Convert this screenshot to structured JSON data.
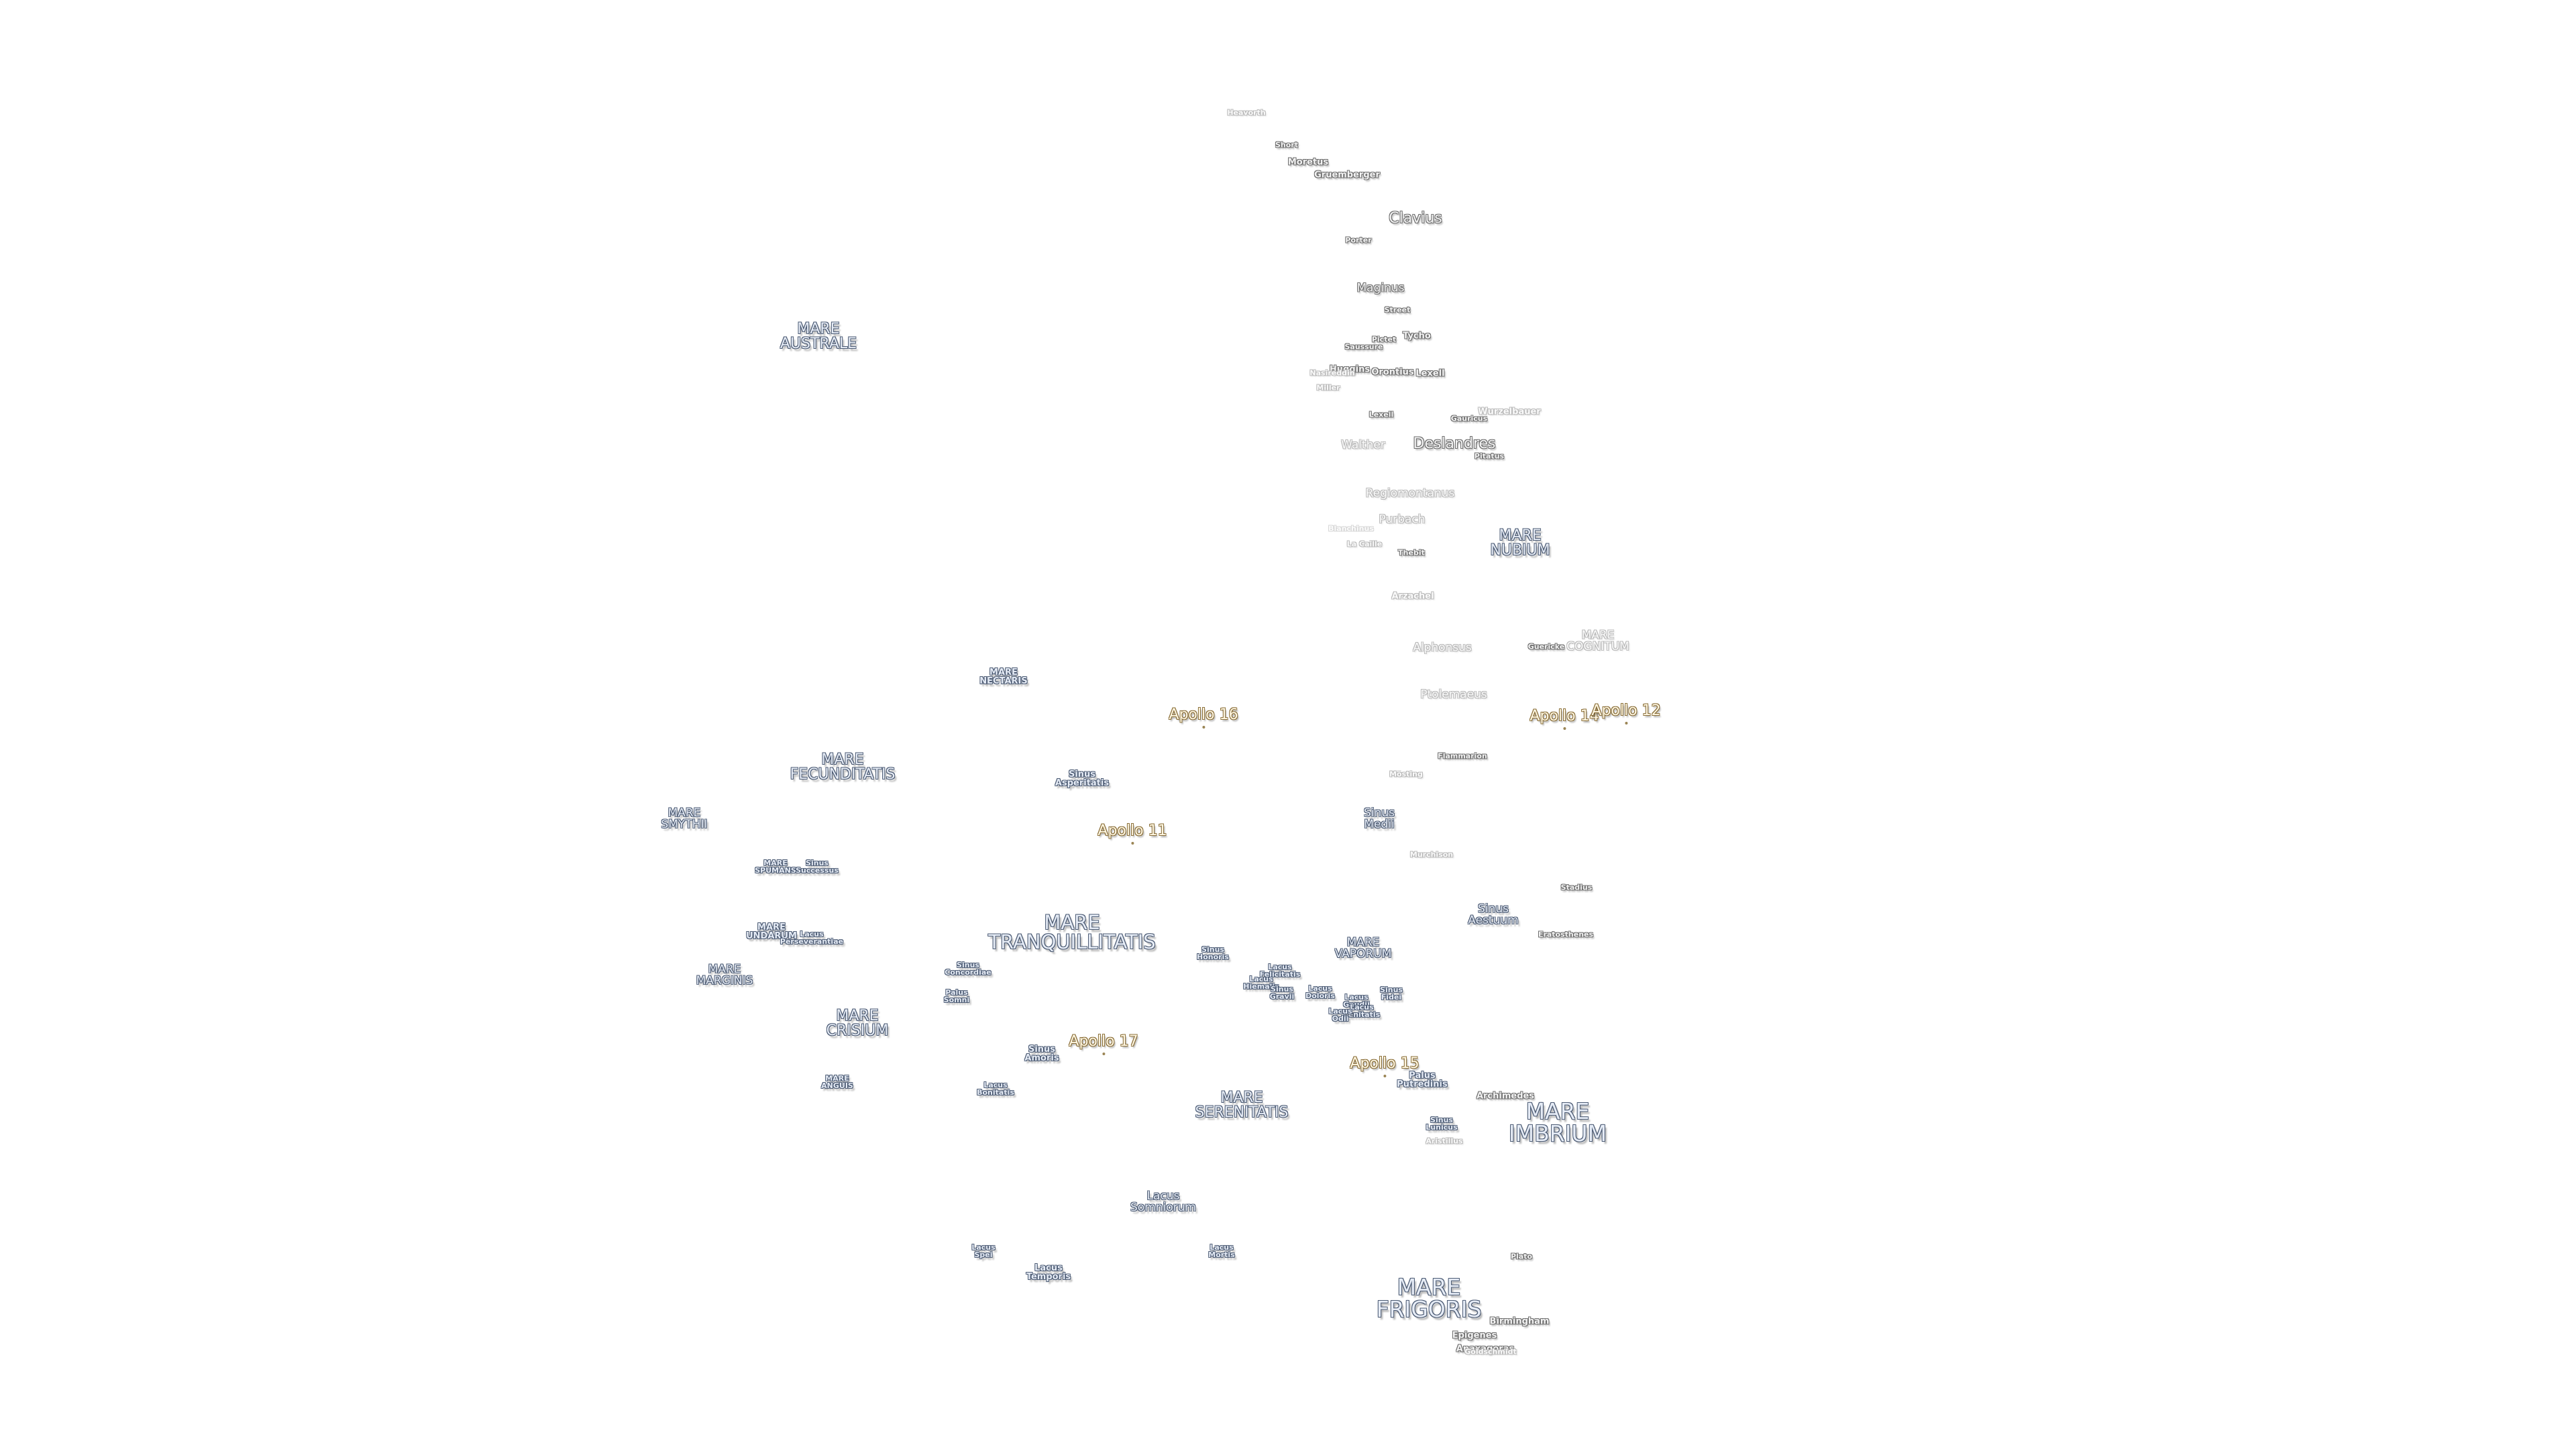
{
  "map": {
    "colors": {
      "background": "#ffffff",
      "mare_label_fill": "#e6ecf6",
      "mare_label_outline": "#4b5a73",
      "crater_label_outline": "#6d6d6d",
      "apollo_label_fill": "#fff7e2",
      "apollo_label_outline": "#8a6f3a"
    },
    "labels": {
      "heavorth": "Heavorth",
      "short": "Short",
      "moretus": "Moretus",
      "gruemberger": "Gruemberger",
      "clavius": "Clavius",
      "porter": "Porter",
      "maginus": "Maginus",
      "street": "Street",
      "tycho": "Tycho",
      "pictet": "Pictet",
      "saussure": "Saussure",
      "orontius": "Orontius",
      "huggins": "Huggins",
      "nasireddin": "Nasireddin",
      "miller": "Miller",
      "lexell": "Lexell",
      "gauricus": "Gauricus",
      "wurzelbauer": "Wurzelbauer",
      "walther": "Walther",
      "deslandres": "Deslandres",
      "pitatus": "Pitatus",
      "regiomontanus": "Regiomontanus",
      "purbach": "Purbach",
      "blanchinus": "Blanchinus",
      "la_caille": "La Caille",
      "thebit": "Thebit",
      "mare_nubium": "MARE\nNUBIUM",
      "arzachel": "Arzachel",
      "alphonsus": "Alphonsus",
      "guericke": "Guericke",
      "mare_cognitum": "MARE\nCOGNITUM",
      "ptolemaeus": "Ptolemaeus",
      "apollo_16": "Apollo 16",
      "apollo_14": "Apollo 14",
      "apollo_12": "Apollo 12",
      "flammarion": "Flammarion",
      "mosting": "Mösting",
      "mare_australe": "MARE\nAUSTRALE",
      "mare_nectaris": "MARE\nNECTARIS",
      "mare_fecunditatis": "MARE\nFECUNDITATIS",
      "sinus_asperitatis": "Sinus\nAsperitatis",
      "mare_smythii": "MARE\nSMYTHII",
      "apollo_11": "Apollo 11",
      "sinus_medii": "Sinus\nMedii",
      "murchison": "Murchison",
      "stadius": "Stadius",
      "mare_spumans": "MARE\nSPUMANS",
      "sinus_successus": "Sinus\nSuccessus",
      "sinus_aestuum": "Sinus\nAestuum",
      "eratosthenes": "Eratosthenes",
      "mare_undarum": "MARE\nUNDARUM",
      "lacus_perseverantiae": "Lacus\nPerseverantiae",
      "mare_tranquillitatis": "MARE\nTRANQUILLITATIS",
      "mare_marginis": "MARE\nMARGINIS",
      "sinus_concordiae": "Sinus\nConcordiae",
      "palus_somni": "Palus\nSomni",
      "sinus_honoris": "Sinus\nHonoris",
      "mare_vaporum": "MARE\nVAPORUM",
      "lacus_felicitatis": "Lacus\nFelicitatis",
      "lacus_hiemalis": "Lacus\nHiemalis",
      "sinus_lunicus_fer": "Sinus\nGravii",
      "lacus_doloris": "Lacus\nDoloris",
      "lacus_gaudii": "Lacus\nGaudii",
      "sinus_fidei": "Sinus\nFidei",
      "lacus_lenitatis": "Lacus\nLenitatis",
      "lacus_odii": "Lacus\nOdii",
      "mare_crisium": "MARE\nCRISIUM",
      "sinus_amoris": "Sinus\nAmoris",
      "apollo_17": "Apollo 17",
      "apollo_15": "Apollo 15",
      "palus_putredinis": "Palus\nPutredinis",
      "mare_anguis": "MARE\nANGUIS",
      "lacus_bonitatis": "Lacus\nBonitatis",
      "archimedes": "Archimedes",
      "mare_serenitatis": "MARE\nSERENITATIS",
      "mare_imbrium": "MARE\nIMBRIUM",
      "sinus_lunicus": "Sinus\nLunicus",
      "aristillus": "Aristillus",
      "lacus_somniorum": "Lacus\nSomniorum",
      "lacus_spei": "Lacus\nSpei",
      "lacus_mortis": "Lacus\nMortis",
      "lacus_temporis": "Lacus\nTemporis",
      "plato": "Plato",
      "mare_frigoris": "MARE\nFRIGORIS",
      "birmingham": "Birmingham",
      "epigenes": "Epigenes",
      "anaxagoras": "Anaxagoras",
      "goldschmidt": "Goldschmidt"
    }
  }
}
